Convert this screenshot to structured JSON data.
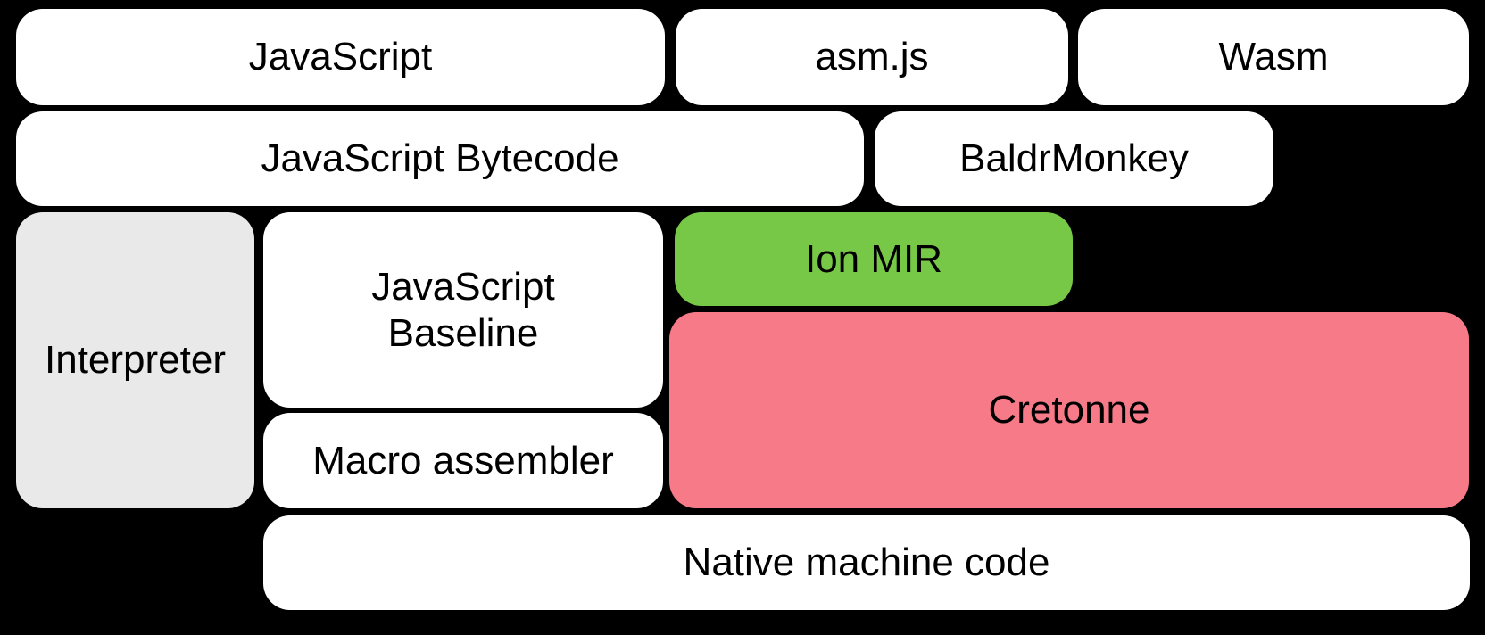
{
  "diagram": {
    "colors": {
      "background": "#000000",
      "box_white": "#ffffff",
      "interpreter_gray": "#e9e9e9",
      "ion_mir_green": "#76c846",
      "cretonne_pink": "#f67a87",
      "text": "#000000"
    },
    "boxes": {
      "javascript": {
        "label": "JavaScript",
        "color": "#ffffff"
      },
      "asmjs": {
        "label": "asm.js",
        "color": "#ffffff"
      },
      "wasm": {
        "label": "Wasm",
        "color": "#ffffff"
      },
      "bytecode": {
        "label": "JavaScript Bytecode",
        "color": "#ffffff"
      },
      "baldrmonkey": {
        "label": "BaldrMonkey",
        "color": "#ffffff"
      },
      "interpreter": {
        "label": "Interpreter",
        "color": "#e9e9e9"
      },
      "baseline": {
        "label": "JavaScript\nBaseline",
        "color": "#ffffff"
      },
      "ion_mir": {
        "label": "Ion MIR",
        "color": "#76c846"
      },
      "cretonne": {
        "label": "Cretonne",
        "color": "#f67a87"
      },
      "macro_assembler": {
        "label": "Macro assembler",
        "color": "#ffffff"
      },
      "native": {
        "label": "Native machine code",
        "color": "#ffffff"
      }
    }
  }
}
